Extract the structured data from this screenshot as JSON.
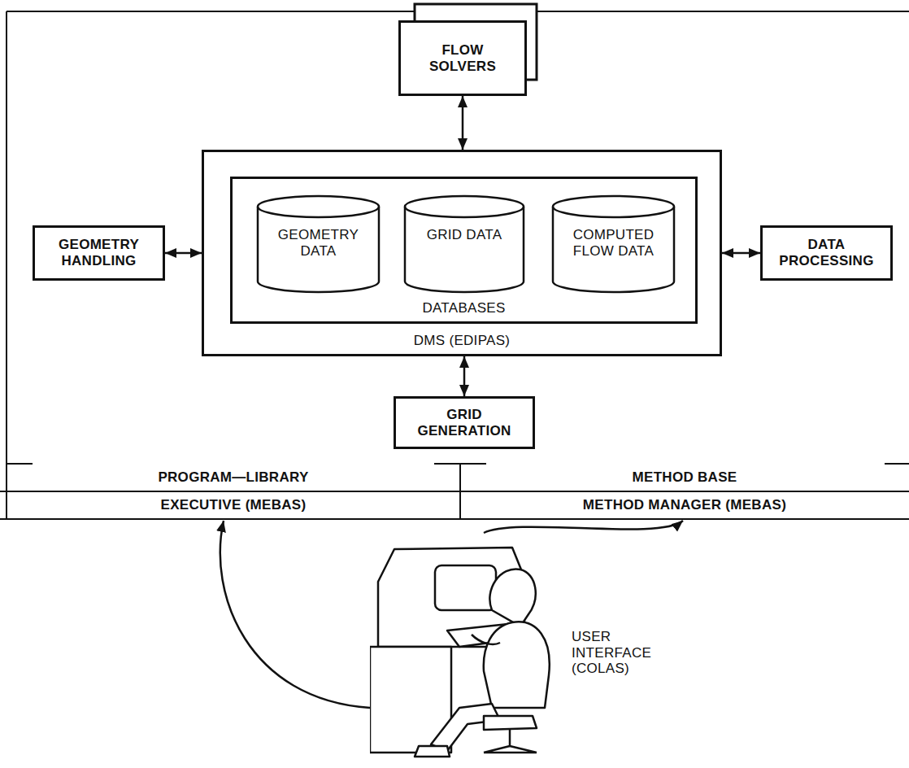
{
  "diagram": {
    "nodes": [
      {
        "text": [
          "FLOW SOLVERS"
        ]
      },
      {
        "text": [
          "DMS (EDIPAS)"
        ]
      },
      {
        "text": [
          "DATABASES"
        ],
        "in": 1
      },
      {
        "text": [
          "GEOMETRY DATA"
        ],
        "in": 2
      },
      {
        "text": [
          "GRID DATA"
        ],
        "in": 2
      },
      {
        "text": [
          "COMPUTED FLOW DATA"
        ],
        "in": 2
      },
      {
        "text": [
          "GEOMETRY HANDLING"
        ]
      },
      {
        "text": [
          "DATA PROCESSING"
        ]
      },
      {
        "text": [
          "GRID GENERATION"
        ]
      },
      {
        "text": [
          "PROGRAM—LIBRARY"
        ]
      },
      {
        "text": [
          "METHOD BASE"
        ]
      },
      {
        "text": [
          "EXECUTIVE (MEBAS)"
        ]
      },
      {
        "text": [
          "METHOD MANAGER (MEBAS)"
        ]
      },
      {
        "text": [
          "USER INTERFACE (COLAS)"
        ]
      }
    ],
    "edges": [
      {
        "from": 0,
        "to": 1,
        "arrow": "both"
      },
      {
        "from": 6,
        "to": 1,
        "arrow": "both"
      },
      {
        "from": 1,
        "to": 7,
        "arrow": "both"
      },
      {
        "from": 1,
        "to": 8,
        "arrow": "both"
      },
      {
        "from": 13,
        "to": 11,
        "arrow": "to"
      },
      {
        "from": 13,
        "to": 12,
        "arrow": "to"
      }
    ]
  }
}
